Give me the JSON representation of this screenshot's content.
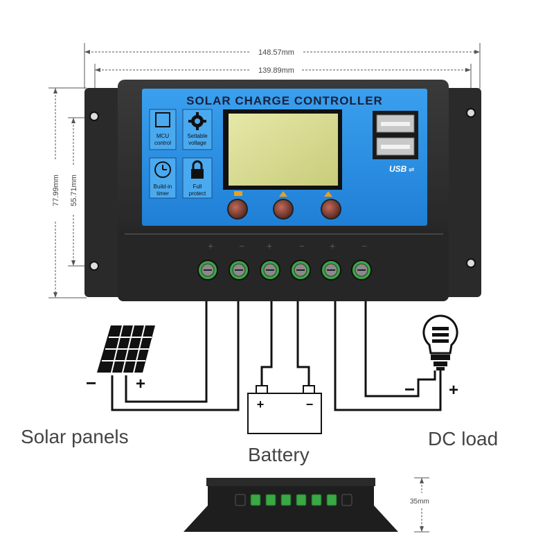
{
  "dimensions": {
    "outer_width": "148.57mm",
    "inner_width": "139.89mm",
    "outer_height": "77.99mm",
    "inner_height": "55.71mm",
    "depth": "35mm"
  },
  "controller": {
    "title": "SOLAR CHARGE CONTROLLER",
    "features": [
      {
        "icon": "chip-icon",
        "label_line1": "MCU",
        "label_line2": "control"
      },
      {
        "icon": "gear-icon",
        "label_line1": "Settable",
        "label_line2": "voltage"
      },
      {
        "icon": "clock-icon",
        "label_line1": "Build-in",
        "label_line2": "timer"
      },
      {
        "icon": "lock-icon",
        "label_line1": "Full",
        "label_line2": "protect"
      }
    ],
    "usb_label": "USB",
    "colors": {
      "panel_blue": "#2a8fe0",
      "body": "#2b2b2b",
      "terminal_green": "#3aa845"
    }
  },
  "wiring": {
    "solar_label": "Solar panels",
    "battery_label": "Battery",
    "load_label": "DC load",
    "minus": "−",
    "plus": "+"
  }
}
